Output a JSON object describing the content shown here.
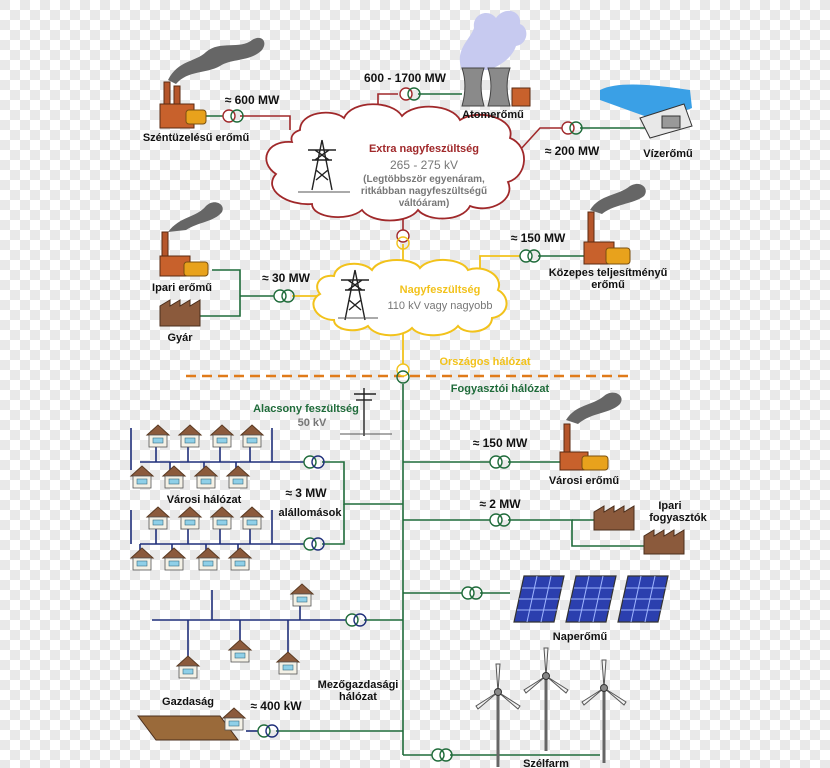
{
  "colors": {
    "extra_high": "#a0282a",
    "high": "#f2c21b",
    "consumer": "#1f6b3a",
    "local": "#1f2f7a",
    "divider": "#e07b1a"
  },
  "generators": {
    "coal": {
      "label": "Széntüzelésű erőmű",
      "power": "≈ 600  MW"
    },
    "nuclear": {
      "label": "Atomerőmű",
      "power": "600 - 1700  MW"
    },
    "hydro": {
      "label": "Vízerőmű",
      "power": "≈ 200  MW"
    },
    "industrial": {
      "label": "Ipari erőmű",
      "power": "≈ 30 MW"
    },
    "factory": {
      "label": "Gyár"
    },
    "medium": {
      "label_line1": "Közepes teljesítményű",
      "label_line2": "erőmű",
      "power": "≈ 150  MW"
    }
  },
  "extra_high_cloud": {
    "title": "Extra nagyfeszültség",
    "voltage": "265 - 275 kV",
    "note1": "(Legtöbbször egyenáram,",
    "note2": "ritkábban nagyfeszültségű",
    "note3": "váltóáram)"
  },
  "high_cloud": {
    "title": "Nagyfeszültség",
    "voltage": "110 kV vagy nagyobb"
  },
  "divider": {
    "upper": "Országos hálózat",
    "lower": "Fogyasztói hálózat"
  },
  "low_voltage": {
    "title": "Alacsony feszültség",
    "voltage": "50 kV"
  },
  "consumers": {
    "city_plant": {
      "label": "Városi erőmű",
      "power": "≈ 150  MW"
    },
    "industrial_consumers": {
      "label_line1": "Ipari",
      "label_line2": "fogyasztók",
      "power": "≈ 2  MW"
    },
    "substations": {
      "power": "≈ 3  MW",
      "label": "alállomások"
    },
    "city_network": {
      "label": "Városi hálózat"
    },
    "solar": {
      "label": "Naperőmű"
    },
    "agri_network": {
      "label_line1": "Mezőgazdasági",
      "label_line2": "hálózat"
    },
    "farm": {
      "label": "Gazdaság",
      "power": "≈ 400 kW"
    },
    "wind": {
      "label": "Szélfarm"
    }
  }
}
